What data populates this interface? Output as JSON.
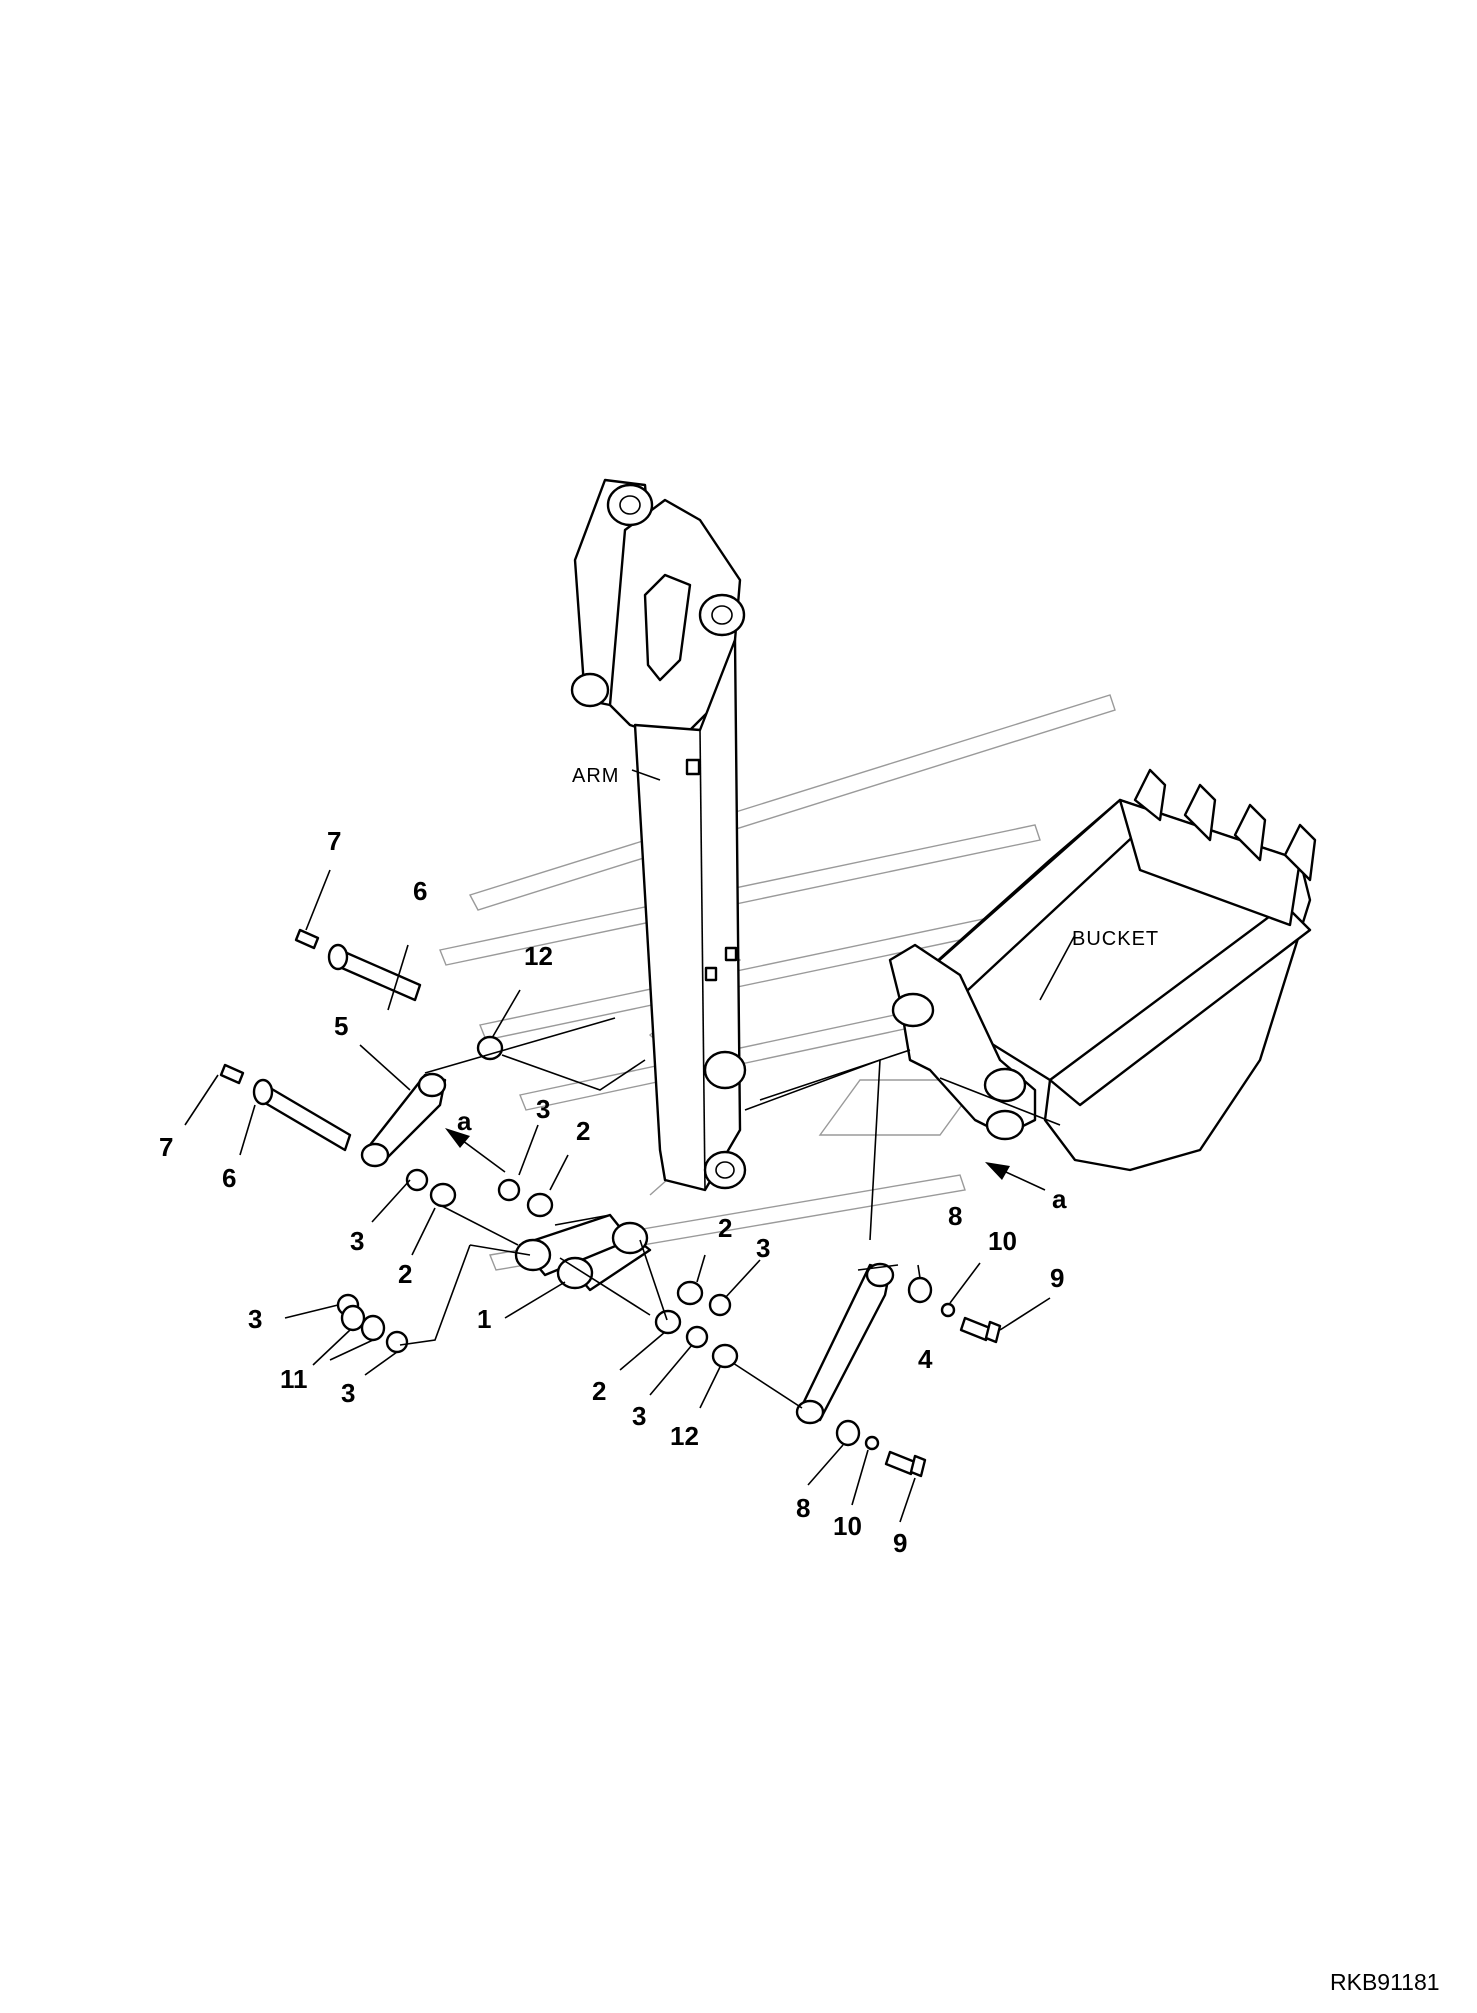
{
  "labels": {
    "arm": "ARM",
    "bucket": "BUCKET",
    "reference": "RKB91181"
  },
  "callouts": {
    "c1": "1",
    "c2a": "2",
    "c2b": "2",
    "c2c": "2",
    "c2d": "2",
    "c3a": "3",
    "c3b": "3",
    "c3c": "3",
    "c3d": "3",
    "c3e": "3",
    "c3f": "3",
    "c4": "4",
    "c5": "5",
    "c6a": "6",
    "c6b": "6",
    "c7a": "7",
    "c7b": "7",
    "c8a": "8",
    "c8b": "8",
    "c9a": "9",
    "c9b": "9",
    "c10a": "10",
    "c10b": "10",
    "c11": "11",
    "c12a": "12",
    "c12b": "12",
    "ca1": "a",
    "ca2": "a"
  }
}
